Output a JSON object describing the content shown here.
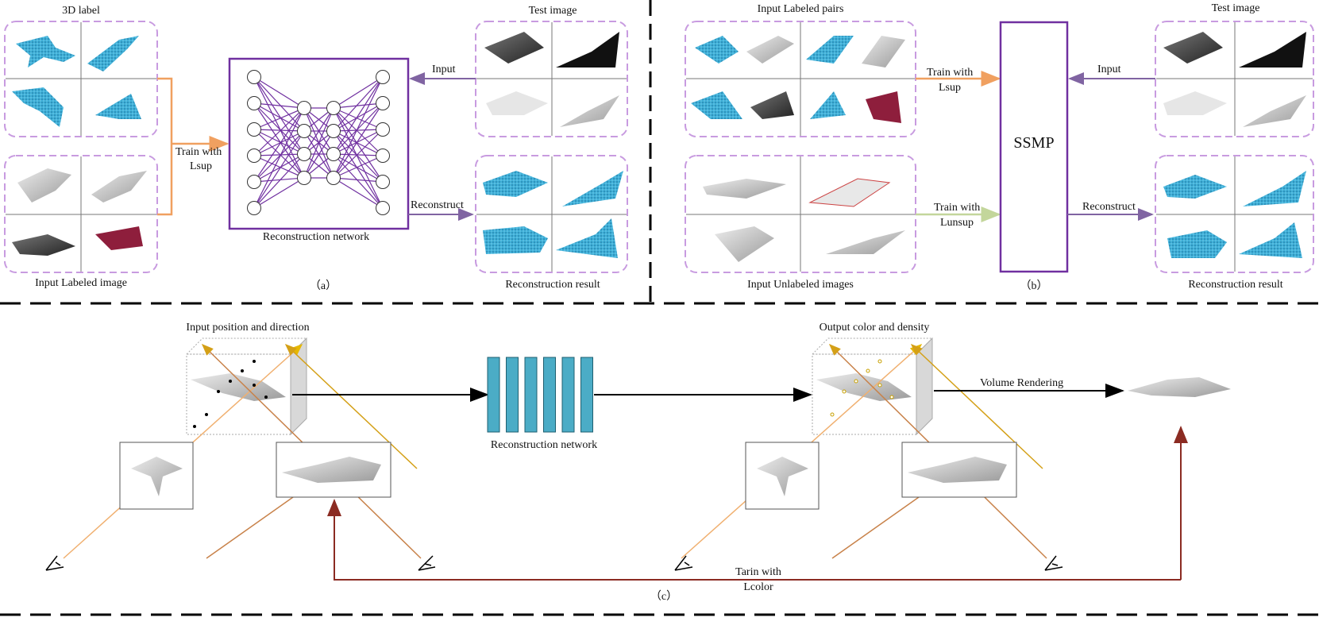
{
  "panel_a": {
    "label_3d": "3D label",
    "label_input_labeled": "Input Labeled image",
    "train_with": "Train  with",
    "lsup": "Lsup",
    "network_caption": "Reconstruction network",
    "test_image": "Test image",
    "input_arrow": "Input",
    "reconstruct_arrow": "Reconstruct",
    "reconstruction_result": "Reconstruction result",
    "caption": "（a）"
  },
  "panel_b": {
    "input_labeled_pairs": "Input Labeled pairs",
    "train_with_1": "Train with",
    "lsup": "Lsup",
    "input_unlabeled": "Input Unlabeled images",
    "train_with_2": "Train with",
    "lunsup": "Lunsup",
    "ssmp": "SSMP",
    "test_image": "Test image",
    "input_arrow": "Input",
    "reconstruct_arrow": "Reconstruct",
    "reconstruction_result": "Reconstruction result",
    "caption": "（b）"
  },
  "panel_c": {
    "input_position": "Input  position and direction",
    "network_caption": "Reconstruction network",
    "output_color": "Output color and density",
    "volume_rendering": "Volume Rendering",
    "train_line1": "Tarin with",
    "train_line2": "Lcolor",
    "caption": "（c）"
  },
  "colors": {
    "dashed_border": "#c89be0",
    "network": "#7030a0",
    "orange_arrow": "#f0a060",
    "purple_arrow": "#8064a2",
    "green_arrow": "#c3d69b",
    "dark_red": "#8b2b22",
    "teal_block": "#4bacc6",
    "point_cloud": "#3fb0d8",
    "ray_gold": "#e6b800",
    "ray_orange": "#f0b070",
    "ray_brown": "#c8824a"
  }
}
